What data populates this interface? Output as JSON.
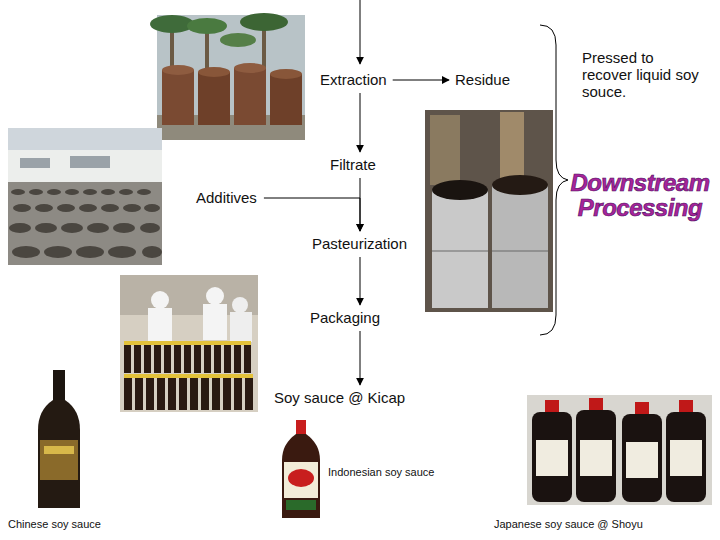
{
  "diagram": {
    "nodes": [
      {
        "text": [
          "Extraction"
        ]
      },
      {
        "text": [
          "Residue"
        ]
      },
      {
        "text": [
          "Filtrate"
        ]
      },
      {
        "text": [
          "Additives"
        ]
      },
      {
        "text": [
          "Pasteurization"
        ]
      },
      {
        "text": [
          "Packaging"
        ]
      },
      {
        "text": [
          "Soy sauce @ Kicap"
        ]
      }
    ],
    "edges": [
      {
        "from": 0,
        "to": 1,
        "arrow": "to"
      },
      {
        "from": 0,
        "to": 2,
        "arrow": "to"
      },
      {
        "from": 2,
        "to": 4,
        "arrow": "to"
      },
      {
        "from": 3,
        "to": 4,
        "arrow": "to"
      },
      {
        "from": 4,
        "to": 5,
        "arrow": "to"
      },
      {
        "from": 5,
        "to": 6,
        "arrow": "to"
      }
    ],
    "labels": [
      "Pressed to recover liquid soy souce.",
      "Downstream Processing",
      "Indonesian soy sauce",
      "Chinese soy sauce",
      "Japanese soy sauce @ Shoyu"
    ]
  }
}
